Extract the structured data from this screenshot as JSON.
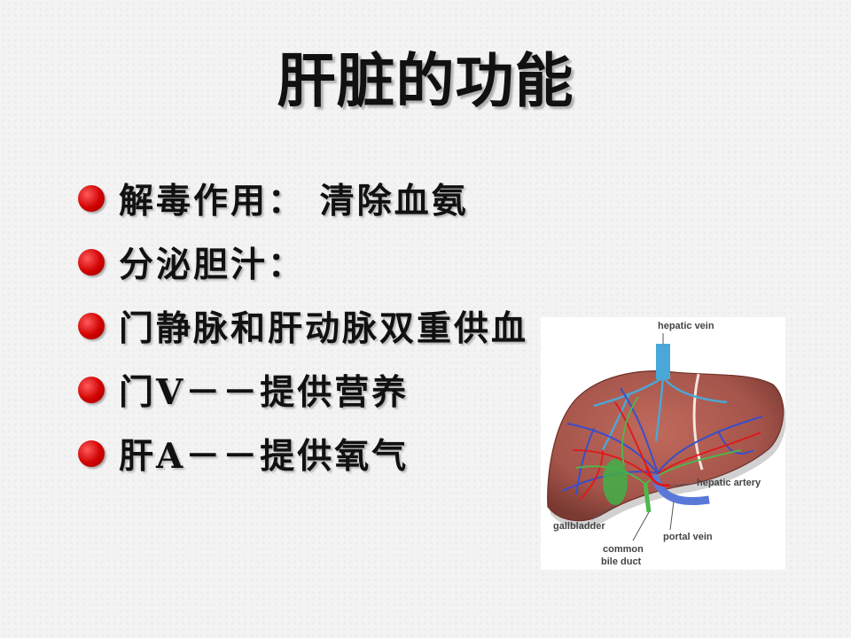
{
  "slide": {
    "title": "肝脏的功能",
    "bullets": [
      "解毒作用： 清除血氨",
      "分泌胆汁：",
      "门静脉和肝动脉双重供血",
      "门V－－提供营养",
      "肝A－－提供氧气"
    ]
  },
  "figure": {
    "labels": {
      "hepatic_vein": "hepatic vein",
      "hepatic_artery": "hepatic artery",
      "gallbladder": "gallbladder",
      "portal_vein": "portal vein",
      "common_bile_duct_line1": "common",
      "common_bile_duct_line2": "bile duct"
    },
    "colors": {
      "liver": "#a8564a",
      "artery": "#e01818",
      "vein": "#3a4fc8",
      "hepatic_vein": "#4aa8d8",
      "bile": "#4cb84c",
      "bullet": "#d00000"
    }
  }
}
